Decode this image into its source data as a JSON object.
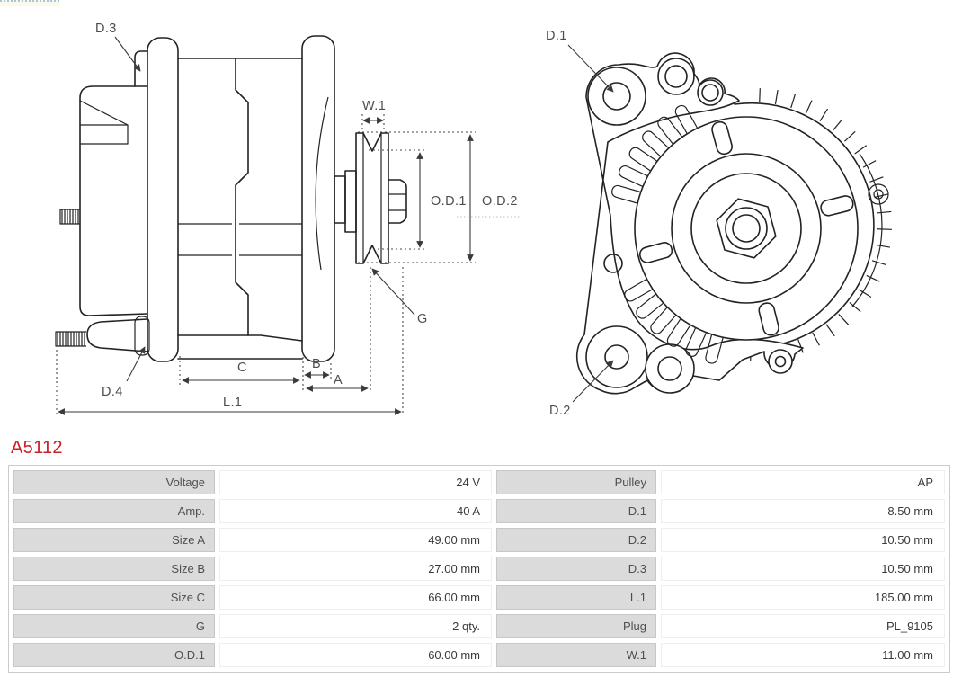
{
  "part": {
    "number": "A5112"
  },
  "colors": {
    "accent_red": "#cb2027",
    "drawing_line": "#232323",
    "label_cell_bg": "#dbdbdb",
    "label_cell_border": "#c7c7c7",
    "table_border": "#cbcbcb",
    "label_text": "#4f4f4f",
    "value_text": "#3a3a3a"
  },
  "side_view": {
    "labels": {
      "d3": "D.3",
      "d4": "D.4",
      "w1": "W.1",
      "od1": "O.D.1",
      "od2": "O.D.2",
      "g": "G",
      "c": "C",
      "b": "B",
      "a": "A",
      "l1": "L.1"
    }
  },
  "front_view": {
    "labels": {
      "d1": "D.1",
      "d2": "D.2"
    }
  },
  "spec_table": {
    "rows": [
      {
        "label_left": "Voltage",
        "value_left": "24 V",
        "label_right": "Pulley",
        "value_right": "AP"
      },
      {
        "label_left": "Amp.",
        "value_left": "40 A",
        "label_right": "D.1",
        "value_right": "8.50 mm"
      },
      {
        "label_left": "Size A",
        "value_left": "49.00 mm",
        "label_right": "D.2",
        "value_right": "10.50 mm"
      },
      {
        "label_left": "Size B",
        "value_left": "27.00 mm",
        "label_right": "D.3",
        "value_right": "10.50 mm"
      },
      {
        "label_left": "Size C",
        "value_left": "66.00 mm",
        "label_right": "L.1",
        "value_right": "185.00 mm"
      },
      {
        "label_left": "G",
        "value_left": "2 qty.",
        "label_right": "Plug",
        "value_right": "PL_9105"
      },
      {
        "label_left": "O.D.1",
        "value_left": "60.00 mm",
        "label_right": "W.1",
        "value_right": "11.00 mm"
      }
    ]
  }
}
